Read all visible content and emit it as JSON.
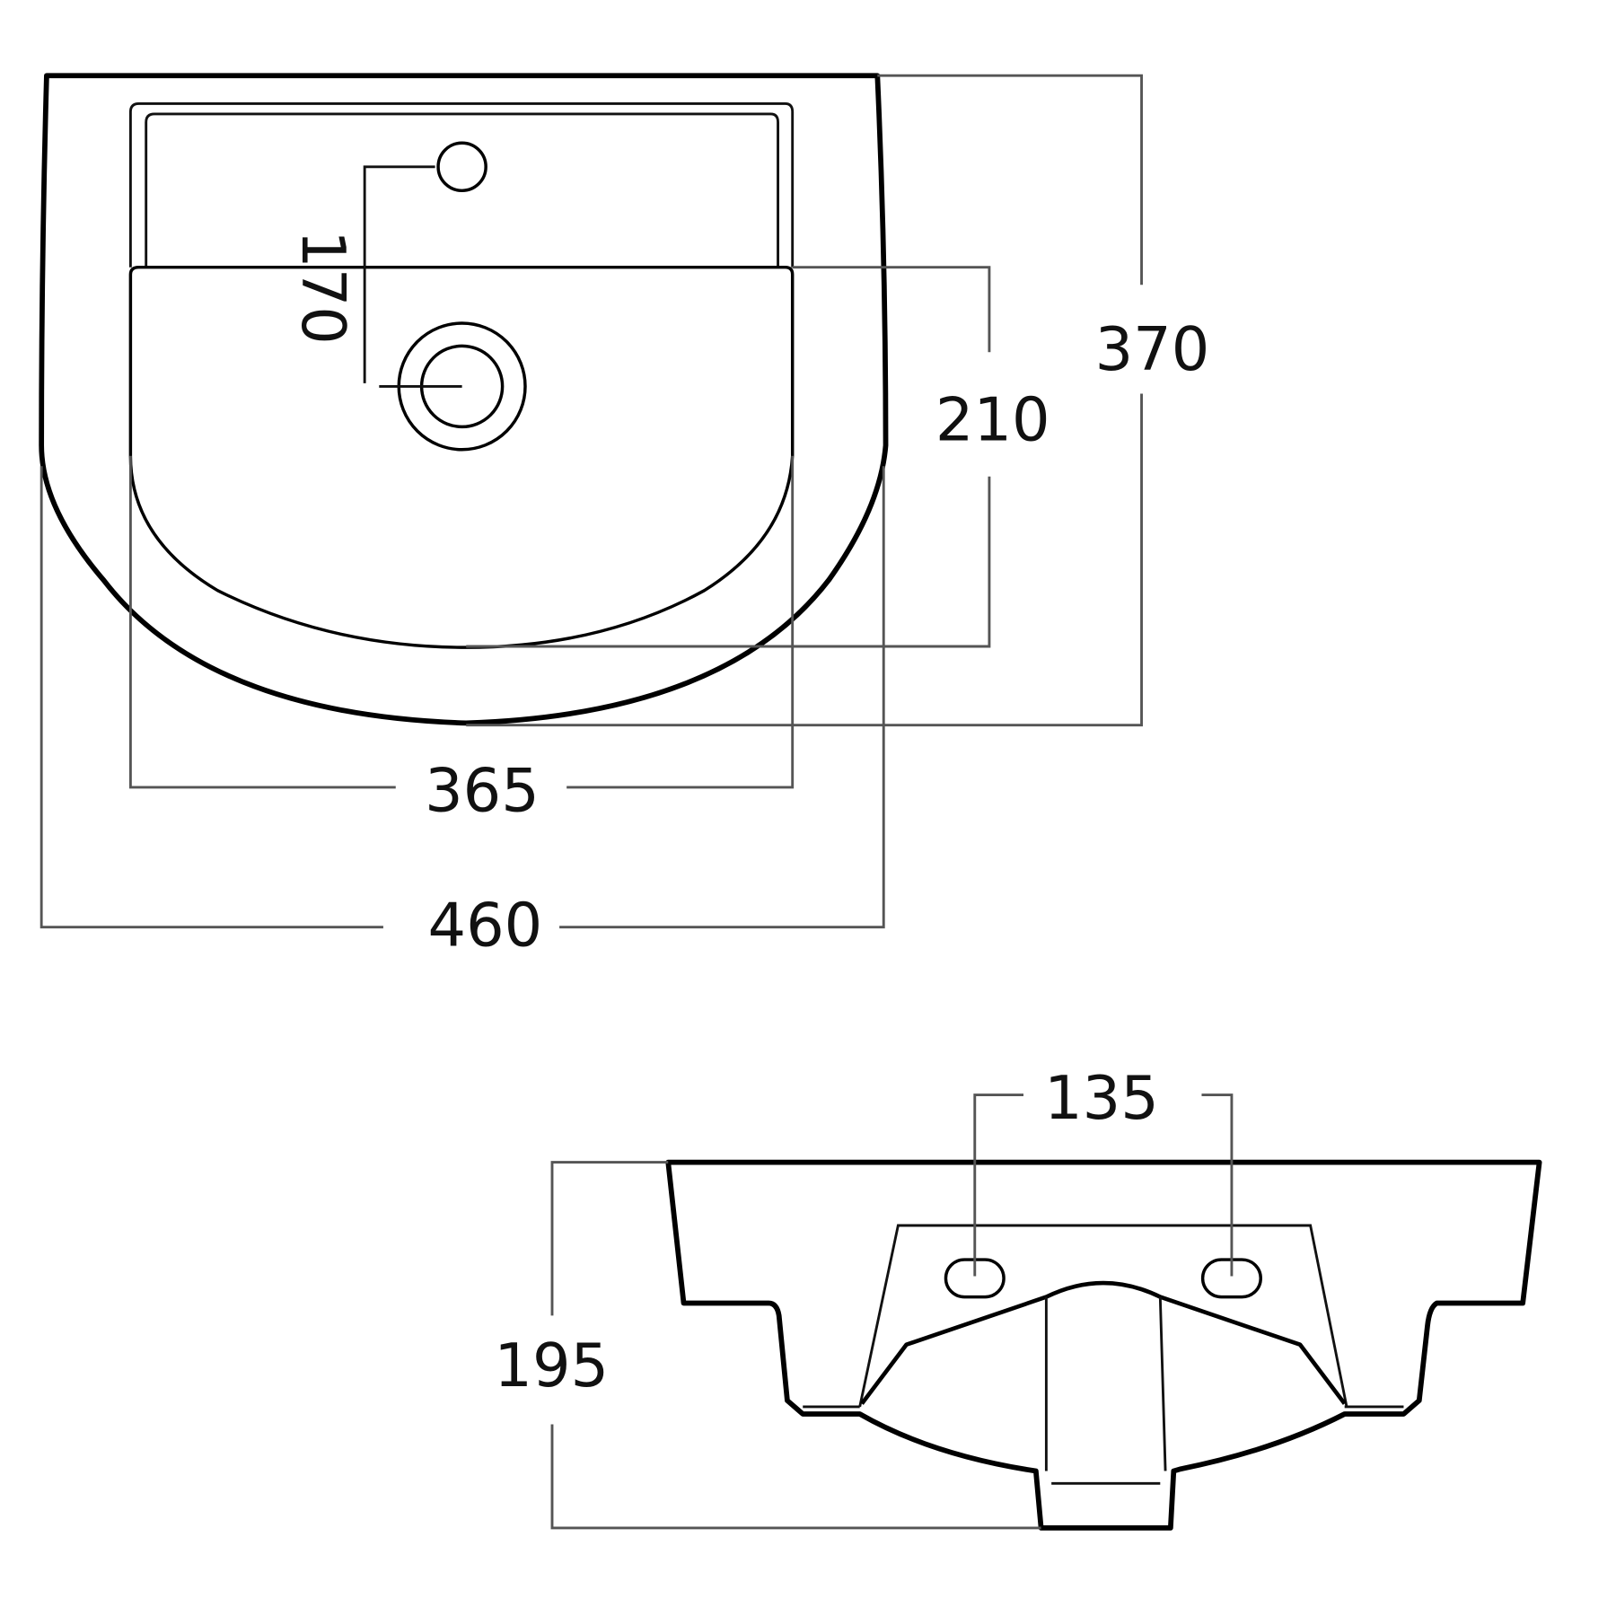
{
  "drawing": {
    "top_view": {
      "depth_overall": "370",
      "bowl_depth": "210",
      "tap_to_waste": "170",
      "bowl_width": "365",
      "overall_width": "460"
    },
    "front_view": {
      "fixing_centres": "135",
      "height": "195"
    },
    "colors": {
      "line": "#000000",
      "dimension": "#555555",
      "background": "#ffffff"
    }
  }
}
